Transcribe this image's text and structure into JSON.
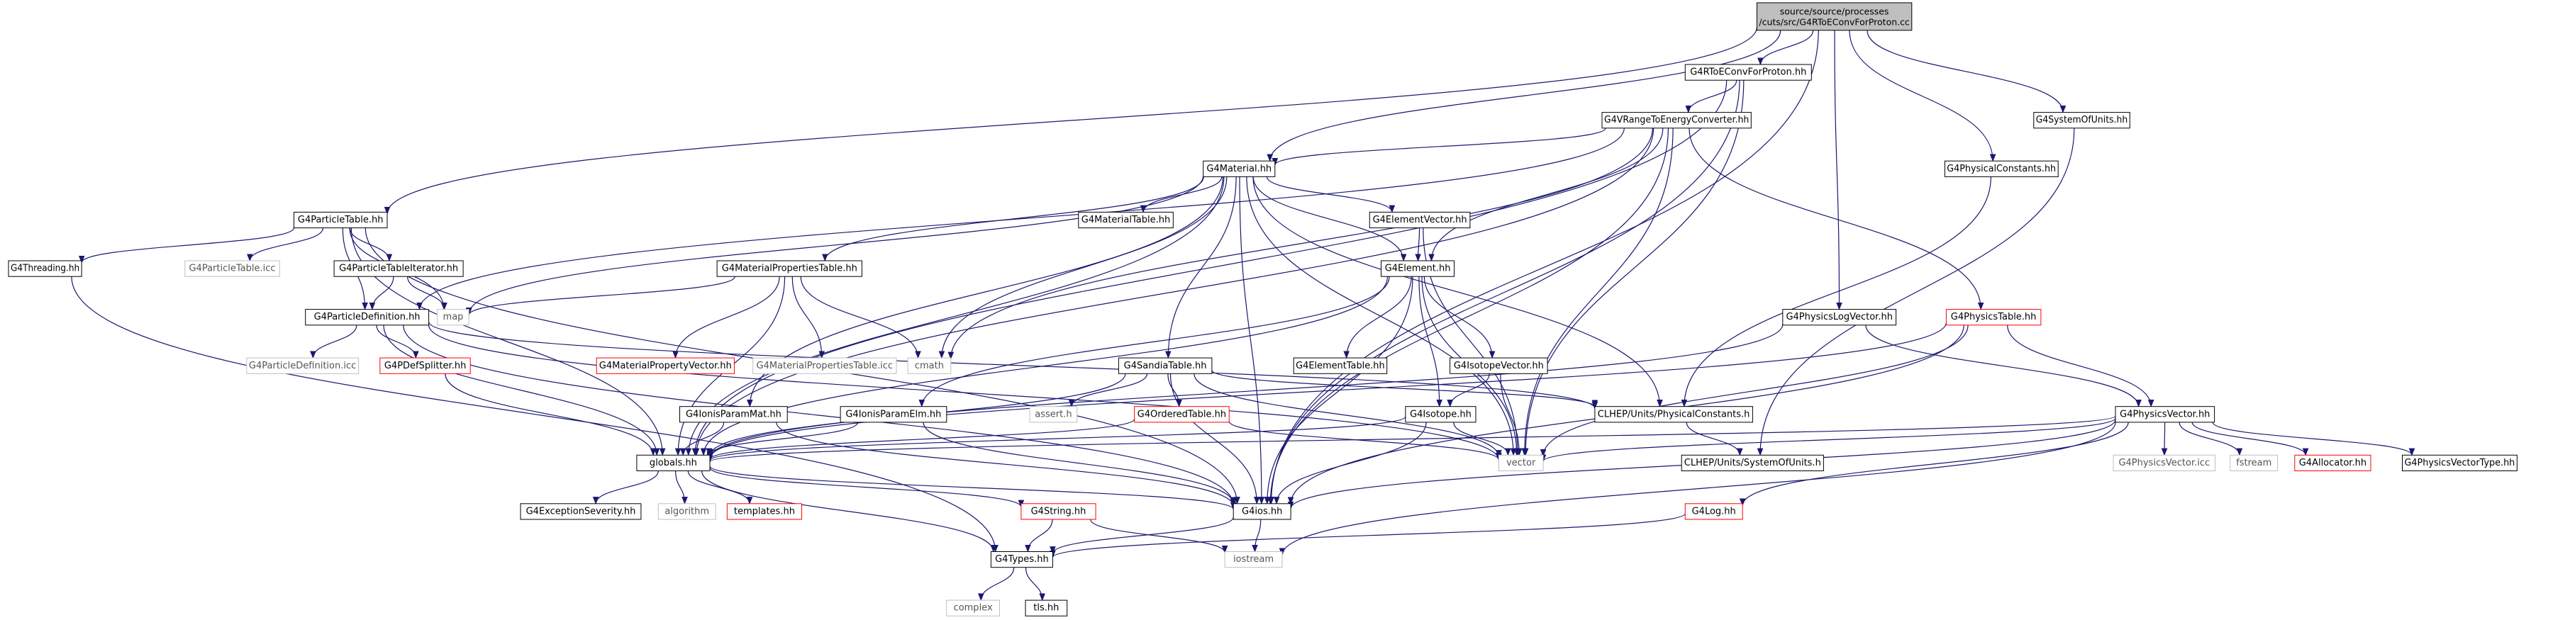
{
  "colors": {
    "edge": "#191970",
    "node_border_black": "#000000",
    "node_border_red": "#ff0000",
    "node_border_gray": "#bfbfbf",
    "root_fill": "#bfbfbf"
  },
  "nodes": [
    {
      "id": "root",
      "lines": [
        "source/source/processes",
        "/cuts/src/G4RToEConvForProton.cc"
      ],
      "style": "root"
    },
    {
      "id": "rtoeconvproton",
      "lines": [
        "G4RToEConvForProton.hh"
      ],
      "style": "black"
    },
    {
      "id": "vrange",
      "lines": [
        "G4VRangeToEnergyConverter.hh"
      ],
      "style": "black"
    },
    {
      "id": "sysunits",
      "lines": [
        "G4SystemOfUnits.hh"
      ],
      "style": "black"
    },
    {
      "id": "physconst",
      "lines": [
        "G4PhysicalConstants.hh"
      ],
      "style": "black"
    },
    {
      "id": "material",
      "lines": [
        "G4Material.hh"
      ],
      "style": "black"
    },
    {
      "id": "particletable",
      "lines": [
        "G4ParticleTable.hh"
      ],
      "style": "black"
    },
    {
      "id": "threading",
      "lines": [
        "G4Threading.hh"
      ],
      "style": "black"
    },
    {
      "id": "particletableicc",
      "lines": [
        "G4ParticleTable.icc"
      ],
      "style": "gray"
    },
    {
      "id": "particletableiter",
      "lines": [
        "G4ParticleTableIterator.hh"
      ],
      "style": "black"
    },
    {
      "id": "materialtable",
      "lines": [
        "G4MaterialTable.hh"
      ],
      "style": "black"
    },
    {
      "id": "elementvector",
      "lines": [
        "G4ElementVector.hh"
      ],
      "style": "black"
    },
    {
      "id": "matproptable",
      "lines": [
        "G4MaterialPropertiesTable.hh"
      ],
      "style": "black"
    },
    {
      "id": "element",
      "lines": [
        "G4Element.hh"
      ],
      "style": "black"
    },
    {
      "id": "physlogvector",
      "lines": [
        "G4PhysicsLogVector.hh"
      ],
      "style": "black"
    },
    {
      "id": "physicstable",
      "lines": [
        "G4PhysicsTable.hh"
      ],
      "style": "red"
    },
    {
      "id": "particledef",
      "lines": [
        "G4ParticleDefinition.hh"
      ],
      "style": "black"
    },
    {
      "id": "map",
      "lines": [
        "map"
      ],
      "style": "gray"
    },
    {
      "id": "matpropvector",
      "lines": [
        "G4MaterialPropertyVector.hh"
      ],
      "style": "red"
    },
    {
      "id": "matproptableicc",
      "lines": [
        "G4MaterialPropertiesTable.icc"
      ],
      "style": "gray"
    },
    {
      "id": "cmath",
      "lines": [
        "cmath"
      ],
      "style": "gray"
    },
    {
      "id": "elementtable",
      "lines": [
        "G4ElementTable.hh"
      ],
      "style": "black"
    },
    {
      "id": "isotopevector",
      "lines": [
        "G4IsotopeVector.hh"
      ],
      "style": "black"
    },
    {
      "id": "sandiatable",
      "lines": [
        "G4SandiaTable.hh"
      ],
      "style": "black"
    },
    {
      "id": "particledeficc",
      "lines": [
        "G4ParticleDefinition.icc"
      ],
      "style": "gray"
    },
    {
      "id": "pdefsplitter",
      "lines": [
        "G4PDefSplitter.hh"
      ],
      "style": "red"
    },
    {
      "id": "ionisparammat",
      "lines": [
        "G4IonisParamMat.hh"
      ],
      "style": "black"
    },
    {
      "id": "ionisparamelm",
      "lines": [
        "G4IonisParamElm.hh"
      ],
      "style": "black"
    },
    {
      "id": "assert",
      "lines": [
        "assert.h"
      ],
      "style": "gray"
    },
    {
      "id": "orderedtable",
      "lines": [
        "G4OrderedTable.hh"
      ],
      "style": "red"
    },
    {
      "id": "isotope",
      "lines": [
        "G4Isotope.hh"
      ],
      "style": "black"
    },
    {
      "id": "clhepphysconst",
      "lines": [
        "CLHEP/Units/PhysicalConstants.h"
      ],
      "style": "black"
    },
    {
      "id": "physicsvector",
      "lines": [
        "G4PhysicsVector.hh"
      ],
      "style": "black"
    },
    {
      "id": "globals",
      "lines": [
        "globals.hh"
      ],
      "style": "black"
    },
    {
      "id": "vector",
      "lines": [
        "vector"
      ],
      "style": "gray"
    },
    {
      "id": "clhepsysunits",
      "lines": [
        "CLHEP/Units/SystemOfUnits.h"
      ],
      "style": "black"
    },
    {
      "id": "physvectoricc",
      "lines": [
        "G4PhysicsVector.icc"
      ],
      "style": "gray"
    },
    {
      "id": "fstream",
      "lines": [
        "fstream"
      ],
      "style": "gray"
    },
    {
      "id": "allocator",
      "lines": [
        "G4Allocator.hh"
      ],
      "style": "red"
    },
    {
      "id": "physvectortype",
      "lines": [
        "G4PhysicsVectorType.hh"
      ],
      "style": "black"
    },
    {
      "id": "exceptionseverity",
      "lines": [
        "G4ExceptionSeverity.hh"
      ],
      "style": "black"
    },
    {
      "id": "algorithm",
      "lines": [
        "algorithm"
      ],
      "style": "gray"
    },
    {
      "id": "templates",
      "lines": [
        "templates.hh"
      ],
      "style": "red"
    },
    {
      "id": "g4string",
      "lines": [
        "G4String.hh"
      ],
      "style": "red"
    },
    {
      "id": "g4ios",
      "lines": [
        "G4ios.hh"
      ],
      "style": "black"
    },
    {
      "id": "g4log",
      "lines": [
        "G4Log.hh"
      ],
      "style": "red"
    },
    {
      "id": "g4types",
      "lines": [
        "G4Types.hh"
      ],
      "style": "black"
    },
    {
      "id": "iostream",
      "lines": [
        "iostream"
      ],
      "style": "gray"
    },
    {
      "id": "complex",
      "lines": [
        "complex"
      ],
      "style": "gray"
    },
    {
      "id": "tlshh",
      "lines": [
        "tls.hh"
      ],
      "style": "black"
    }
  ],
  "edges": [
    [
      "root",
      "rtoeconvproton"
    ],
    [
      "root",
      "material"
    ],
    [
      "root",
      "particletable"
    ],
    [
      "root",
      "physconst"
    ],
    [
      "root",
      "sysunits"
    ],
    [
      "root",
      "g4ios"
    ],
    [
      "root",
      "physlogvector"
    ],
    [
      "rtoeconvproton",
      "vrange"
    ],
    [
      "rtoeconvproton",
      "globals"
    ],
    [
      "rtoeconvproton",
      "vector"
    ],
    [
      "rtoeconvproton",
      "g4ios"
    ],
    [
      "vrange",
      "material"
    ],
    [
      "vrange",
      "element"
    ],
    [
      "vrange",
      "physicstable"
    ],
    [
      "vrange",
      "particledef"
    ],
    [
      "vrange",
      "globals"
    ],
    [
      "vrange",
      "vector"
    ],
    [
      "vrange",
      "g4ios"
    ],
    [
      "vrange",
      "cmath"
    ],
    [
      "material",
      "materialtable"
    ],
    [
      "material",
      "elementvector"
    ],
    [
      "material",
      "element"
    ],
    [
      "material",
      "matproptable"
    ],
    [
      "material",
      "sandiatable"
    ],
    [
      "material",
      "ionisparammat"
    ],
    [
      "material",
      "globals"
    ],
    [
      "material",
      "vector"
    ],
    [
      "material",
      "g4ios"
    ],
    [
      "material",
      "map"
    ],
    [
      "material",
      "cmath"
    ],
    [
      "material",
      "clhepphysconst"
    ],
    [
      "particletable",
      "threading"
    ],
    [
      "particletable",
      "particletableicc"
    ],
    [
      "particletable",
      "particletableiter"
    ],
    [
      "particletable",
      "particledef"
    ],
    [
      "particletable",
      "globals"
    ],
    [
      "particletable",
      "map"
    ],
    [
      "particletable",
      "g4ios"
    ],
    [
      "threading",
      "g4types"
    ],
    [
      "particletableiter",
      "particledef"
    ],
    [
      "particletableiter",
      "map"
    ],
    [
      "elementvector",
      "element"
    ],
    [
      "elementvector",
      "vector"
    ],
    [
      "matproptable",
      "matpropvector"
    ],
    [
      "matproptable",
      "matproptableicc"
    ],
    [
      "matproptable",
      "cmath"
    ],
    [
      "matproptable",
      "map"
    ],
    [
      "matproptable",
      "globals"
    ],
    [
      "element",
      "elementtable"
    ],
    [
      "element",
      "isotopevector"
    ],
    [
      "element",
      "isotope"
    ],
    [
      "element",
      "ionisparamelm"
    ],
    [
      "element",
      "globals"
    ],
    [
      "element",
      "vector"
    ],
    [
      "element",
      "g4ios"
    ],
    [
      "isotopevector",
      "isotope"
    ],
    [
      "isotopevector",
      "vector"
    ],
    [
      "sandiatable",
      "orderedtable"
    ],
    [
      "sandiatable",
      "assert"
    ],
    [
      "sandiatable",
      "globals"
    ],
    [
      "sandiatable",
      "vector"
    ],
    [
      "sandiatable",
      "g4ios"
    ],
    [
      "sandiatable",
      "clhepphysconst"
    ],
    [
      "particledef",
      "particledeficc"
    ],
    [
      "particledef",
      "pdefsplitter"
    ],
    [
      "particledef",
      "globals"
    ],
    [
      "particledef",
      "g4ios"
    ],
    [
      "particledef",
      "vector"
    ],
    [
      "particledef",
      "clhepphysconst"
    ],
    [
      "pdefsplitter",
      "globals"
    ],
    [
      "ionisparammat",
      "globals"
    ],
    [
      "ionisparammat",
      "g4ios"
    ],
    [
      "ionisparamelm",
      "globals"
    ],
    [
      "ionisparamelm",
      "g4ios"
    ],
    [
      "orderedtable",
      "vector"
    ],
    [
      "orderedtable",
      "globals"
    ],
    [
      "isotope",
      "globals"
    ],
    [
      "isotope",
      "g4ios"
    ],
    [
      "isotope",
      "vector"
    ],
    [
      "physlogvector",
      "physicsvector"
    ],
    [
      "physlogvector",
      "globals"
    ],
    [
      "physicstable",
      "physicsvector"
    ],
    [
      "physicstable",
      "vector"
    ],
    [
      "physicstable",
      "g4ios"
    ],
    [
      "physicstable",
      "globals"
    ],
    [
      "physconst",
      "clhepphysconst"
    ],
    [
      "sysunits",
      "clhepsysunits"
    ],
    [
      "clhepphysconst",
      "clhepsysunits"
    ],
    [
      "physicsvector",
      "physvectoricc"
    ],
    [
      "physicsvector",
      "fstream"
    ],
    [
      "physicsvector",
      "allocator"
    ],
    [
      "physicsvector",
      "physvectortype"
    ],
    [
      "physicsvector",
      "g4log"
    ],
    [
      "physicsvector",
      "globals"
    ],
    [
      "physicsvector",
      "g4ios"
    ],
    [
      "physicsvector",
      "vector"
    ],
    [
      "physicsvector",
      "iostream"
    ],
    [
      "globals",
      "exceptionseverity"
    ],
    [
      "globals",
      "algorithm"
    ],
    [
      "globals",
      "templates"
    ],
    [
      "globals",
      "g4string"
    ],
    [
      "globals",
      "g4ios"
    ],
    [
      "globals",
      "g4types"
    ],
    [
      "g4string",
      "g4types"
    ],
    [
      "g4string",
      "iostream"
    ],
    [
      "g4ios",
      "g4types"
    ],
    [
      "g4ios",
      "iostream"
    ],
    [
      "g4log",
      "g4types"
    ],
    [
      "g4types",
      "complex"
    ],
    [
      "g4types",
      "tlshh"
    ]
  ]
}
